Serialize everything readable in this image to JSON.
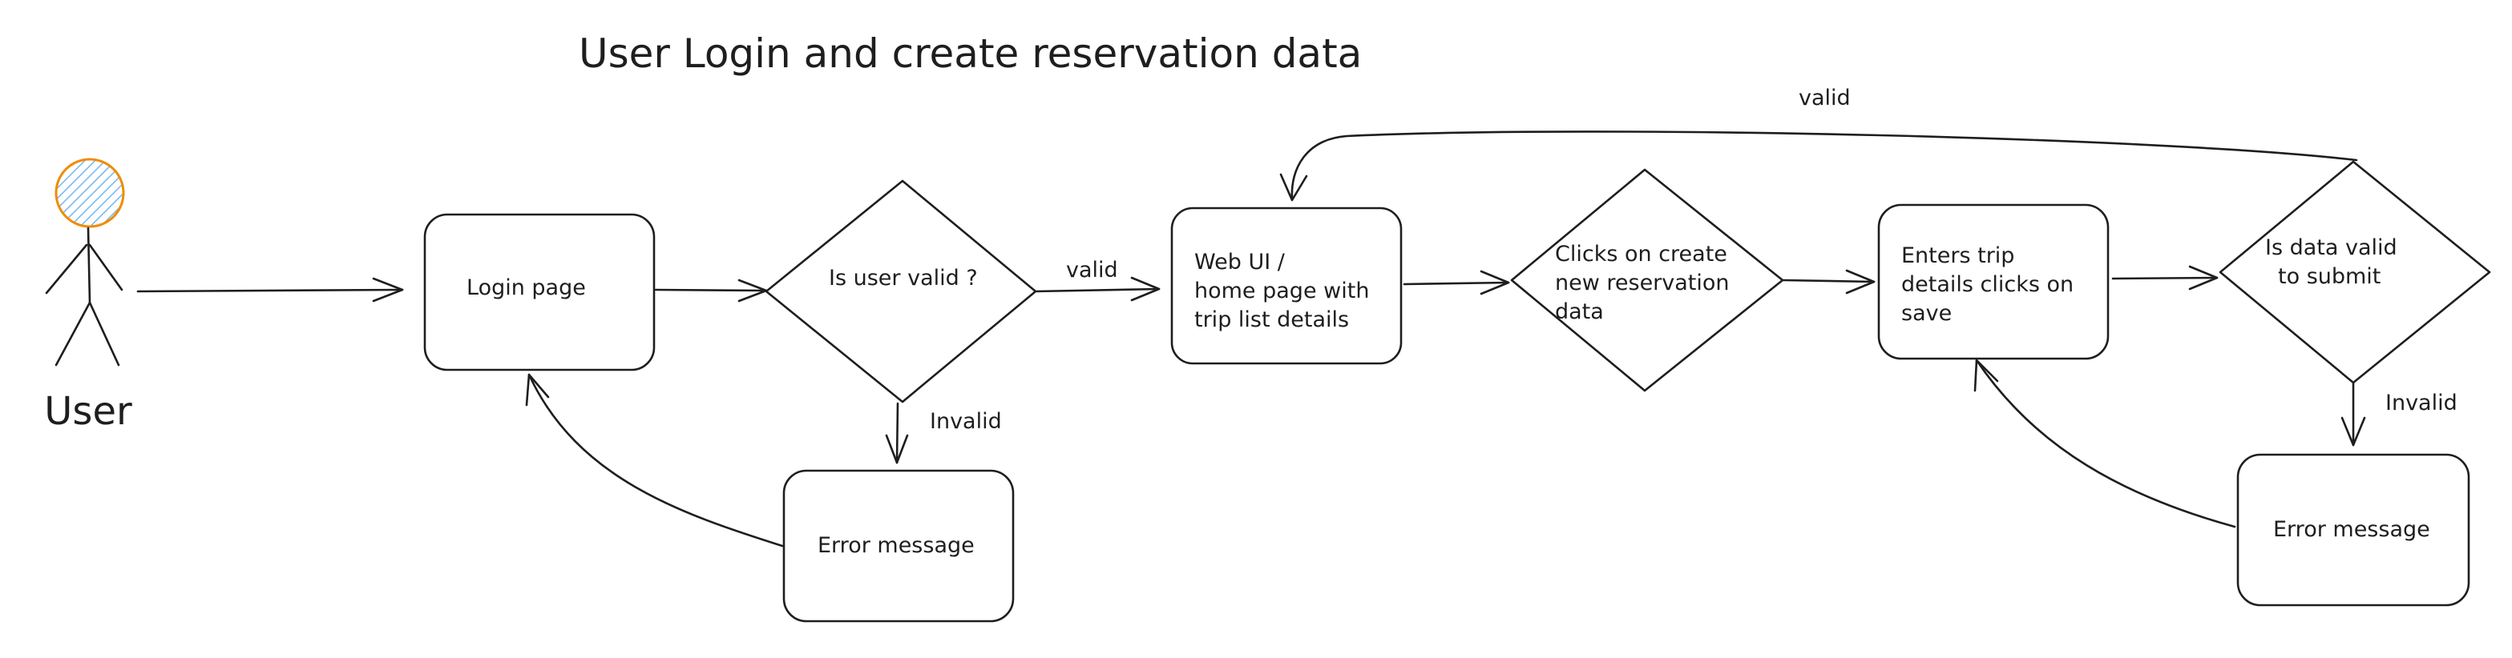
{
  "title": "User Login and create reservation data",
  "colors": {
    "stroke": "#1e1e1e",
    "actor_head_stroke": "#f08c00",
    "actor_head_fill": "#a5d8ff"
  },
  "actor": {
    "label": "User"
  },
  "nodes": {
    "login": {
      "lines": [
        "Login page"
      ]
    },
    "user_valid": {
      "lines": [
        "Is user valid ?"
      ]
    },
    "error1": {
      "lines": [
        "Error message"
      ]
    },
    "web_ui": {
      "lines": [
        "Web UI /",
        "home page with",
        "trip list details"
      ]
    },
    "clicks_create": {
      "lines": [
        "Clicks on create",
        "new reservation",
        "data"
      ]
    },
    "enters_trip": {
      "lines": [
        "Enters trip",
        "details clicks on",
        "save"
      ]
    },
    "data_valid": {
      "lines": [
        "Is data valid",
        "to submit"
      ]
    },
    "error2": {
      "lines": [
        "Error message"
      ]
    }
  },
  "edge_labels": {
    "user_valid_to_web": "valid",
    "user_invalid": "Invalid",
    "data_valid_loop": "valid",
    "data_invalid": "Invalid"
  }
}
